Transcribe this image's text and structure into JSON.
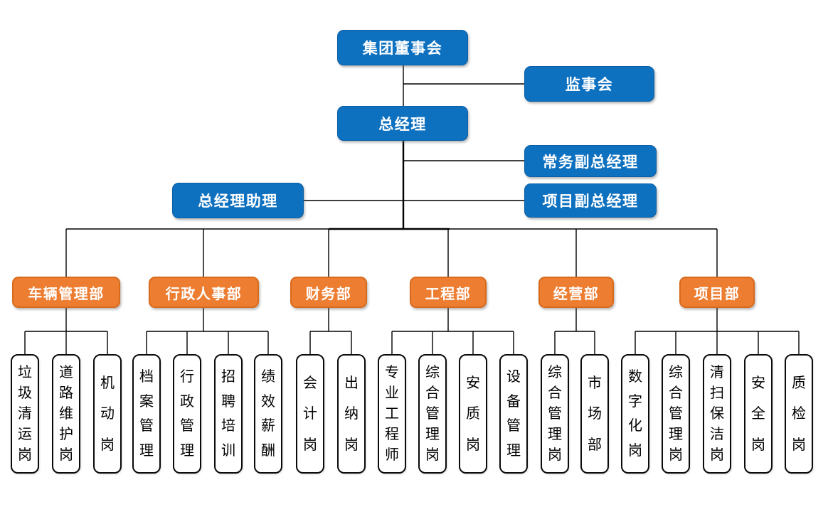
{
  "palette": {
    "node_blue": "#0e71c0",
    "node_blue_border": "#0a5fa6",
    "node_orange": "#ed7d31",
    "node_orange_border": "#d86a1c",
    "leaf_bg": "#ffffff",
    "leaf_border": "#0a0a0a",
    "line_color": "#000000",
    "text_light": "#ffffff",
    "text_dark": "#000000"
  },
  "org": {
    "root": {
      "label": "集团董事会"
    },
    "supervisory_board": {
      "label": "监事会"
    },
    "general_manager": {
      "label": "总经理"
    },
    "executive_deputy_gm": {
      "label": "常务副总经理"
    },
    "gm_assistant": {
      "label": "总经理助理"
    },
    "project_deputy_gm": {
      "label": "项目副总经理"
    },
    "departments": [
      {
        "label": "车辆管理部",
        "children": [
          "垃圾清运岗",
          "道路维护岗",
          "机动岗"
        ]
      },
      {
        "label": "行政人事部",
        "children": [
          "档案管理",
          "行政管理",
          "招聘培训",
          "绩效薪酬"
        ]
      },
      {
        "label": "财务部",
        "children": [
          "会计岗",
          "出纳岗"
        ]
      },
      {
        "label": "工程部",
        "children": [
          "专业工程师",
          "综合管理岗",
          "安质岗",
          "设备管理"
        ]
      },
      {
        "label": "经营部",
        "children": [
          "综合管理岗",
          "市场部"
        ]
      },
      {
        "label": "项目部",
        "children": [
          "数字化岗",
          "综合管理岗",
          "清扫保洁岗",
          "安全岗",
          "质检岗"
        ]
      }
    ]
  }
}
